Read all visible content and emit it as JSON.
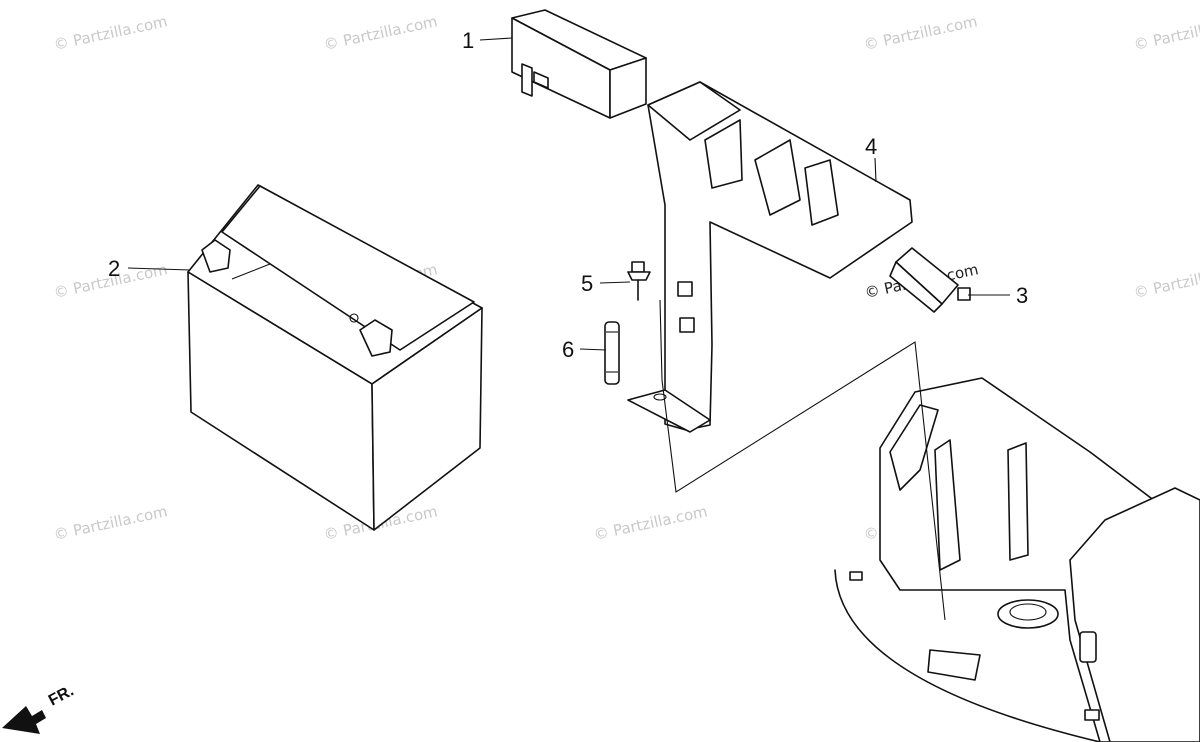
{
  "watermark": "© Partzilla.com",
  "direction_label": "FR.",
  "callouts": [
    {
      "id": "1",
      "label": "1"
    },
    {
      "id": "2",
      "label": "2"
    },
    {
      "id": "3",
      "label": "3"
    },
    {
      "id": "4",
      "label": "4"
    },
    {
      "id": "5",
      "label": "5"
    },
    {
      "id": "6",
      "label": "6"
    }
  ]
}
